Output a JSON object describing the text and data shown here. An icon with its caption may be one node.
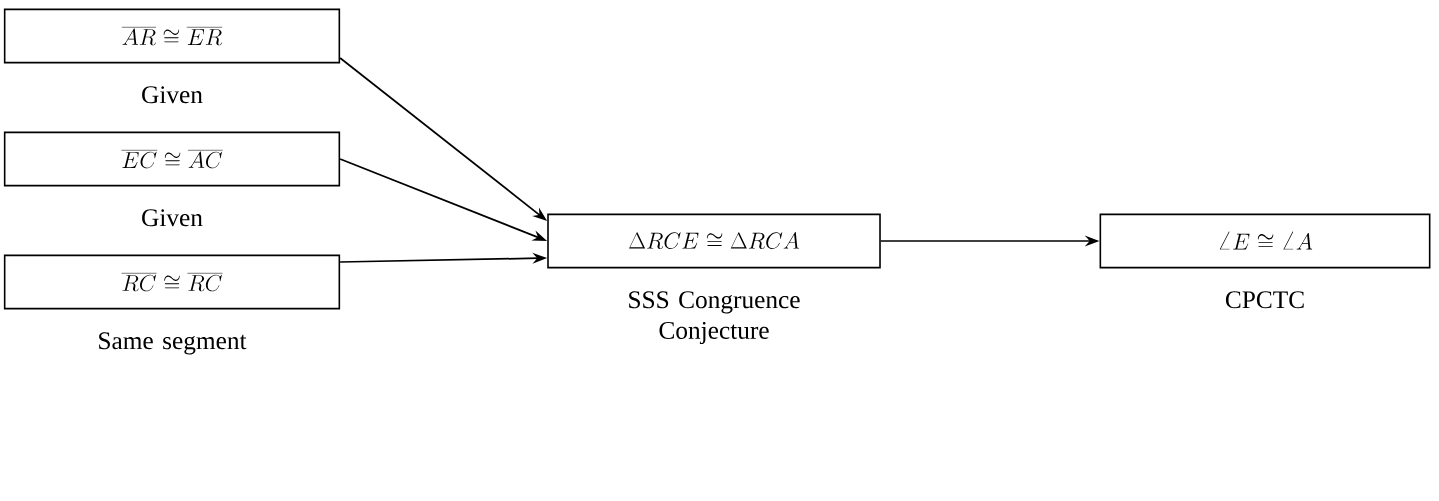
{
  "diagram": {
    "nodes": [
      {
        "text": [
          "\\overline{AR} \\cong \\overline{ER}"
        ],
        "beside": [
          "Given"
        ]
      },
      {
        "text": [
          "\\overline{EC} \\cong \\overline{AC}"
        ],
        "beside": [
          "Given"
        ]
      },
      {
        "text": [
          "\\overline{RC} \\cong \\overline{RC}"
        ],
        "beside": [
          "Same segment"
        ]
      },
      {
        "text": [
          "\\Delta RCE \\cong \\Delta RCA"
        ],
        "beside": [
          "SSS Congruence Conjecture"
        ]
      },
      {
        "text": [
          "\\angle E \\cong \\angle A"
        ],
        "beside": [
          "CPCTC"
        ]
      }
    ],
    "edges": [
      {
        "from": 0,
        "to": 3,
        "arrow": "to"
      },
      {
        "from": 1,
        "to": 3,
        "arrow": "to"
      },
      {
        "from": 2,
        "to": 3,
        "arrow": "to"
      },
      {
        "from": 3,
        "to": 4,
        "arrow": "to"
      }
    ]
  }
}
